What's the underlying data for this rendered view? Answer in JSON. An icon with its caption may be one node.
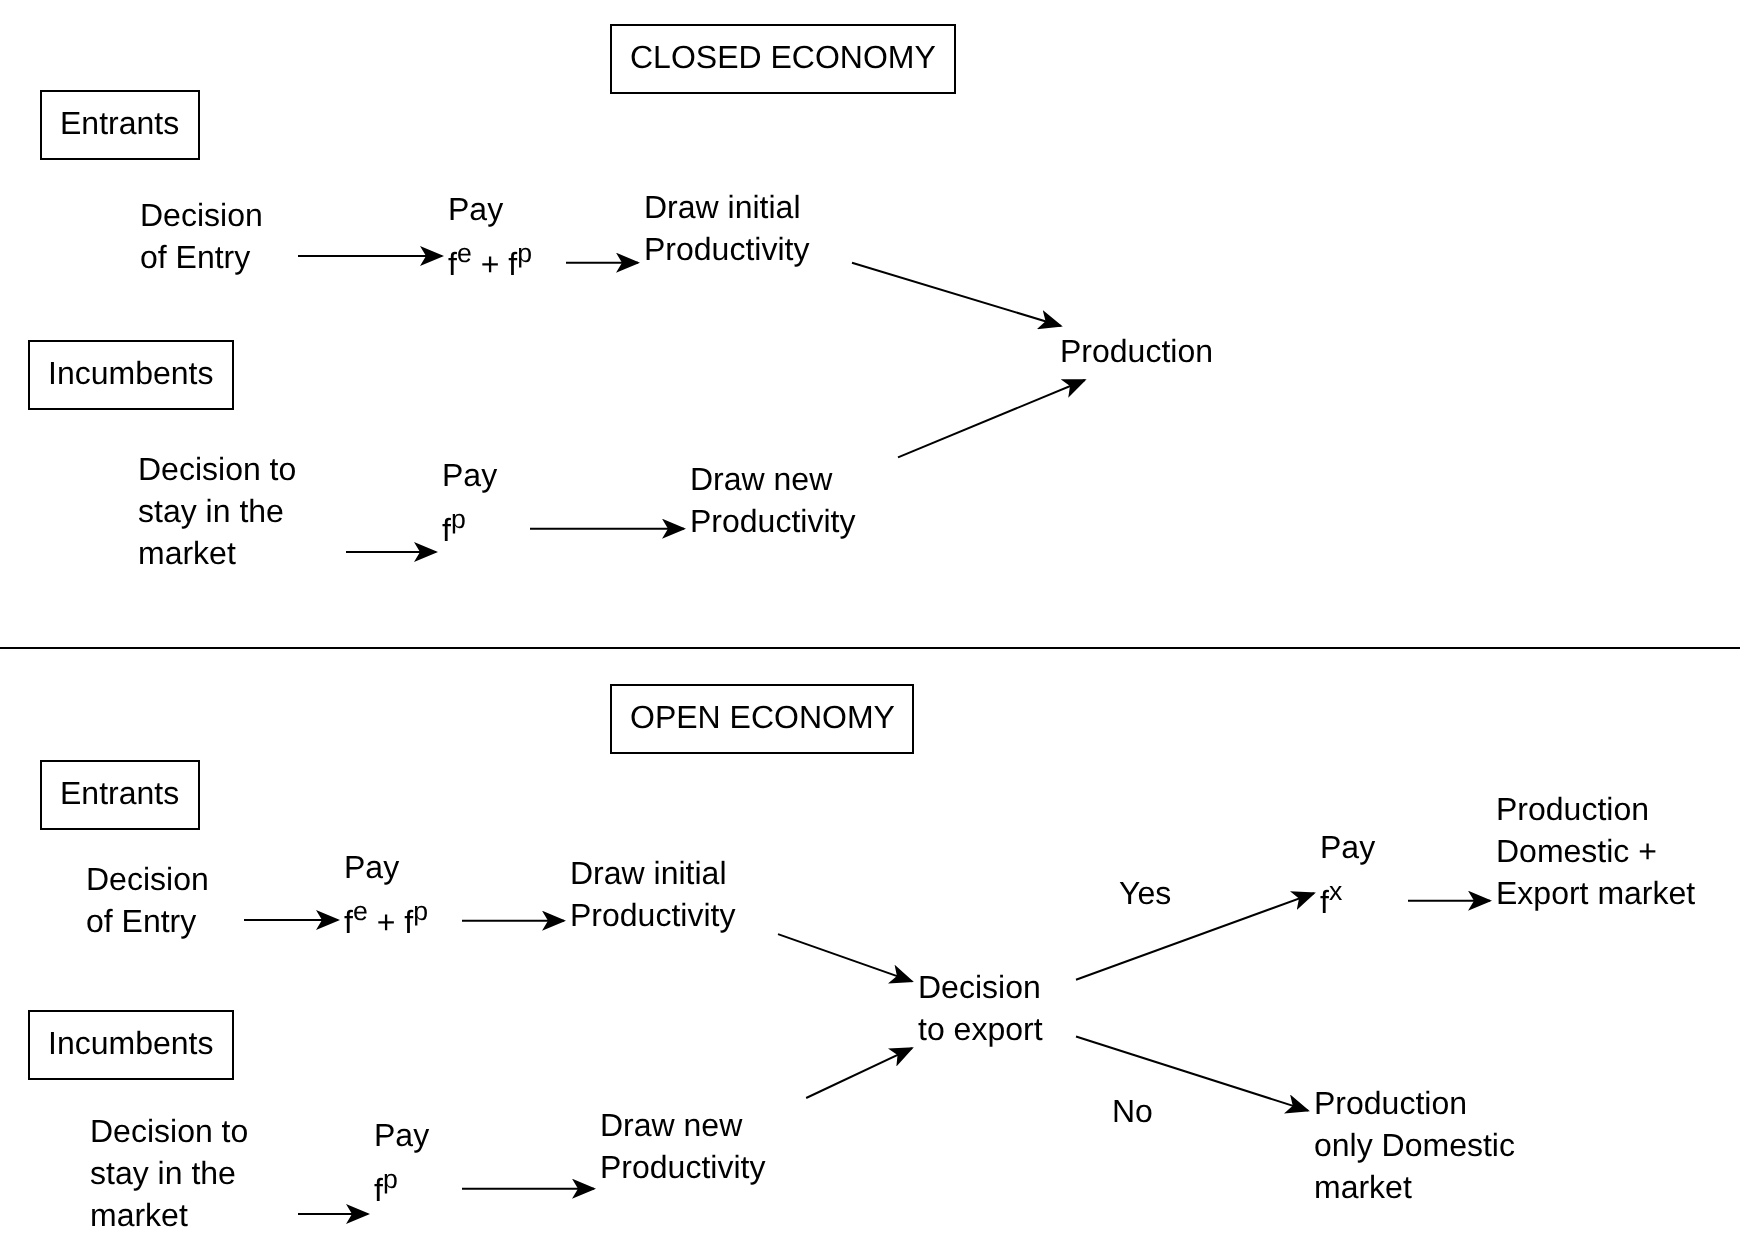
{
  "diagram": {
    "nodes": [
      {
        "text": [
          "CLOSED ECONOMY"
        ]
      },
      {
        "text": [
          "Entrants"
        ]
      },
      {
        "text": [
          "Decision of Entry"
        ]
      },
      {
        "text": [
          "Pay",
          "f$^{e}$ + f$^{p}$"
        ]
      },
      {
        "text": [
          "Draw initial Productivity"
        ]
      },
      {
        "text": [
          "Incumbents"
        ]
      },
      {
        "text": [
          "Production"
        ]
      },
      {
        "text": [
          "Decision to stay in the market"
        ]
      },
      {
        "text": [
          "Pay",
          "f$^{p}$"
        ]
      },
      {
        "text": [
          "Draw new Productivity"
        ]
      },
      {
        "text": [
          "OPEN ECONOMY"
        ]
      },
      {
        "text": [
          "Entrants"
        ]
      },
      {
        "text": [
          "Decision of Entry"
        ]
      },
      {
        "text": [
          "Pay",
          "f$^{e}$ + f$^{p}$"
        ]
      },
      {
        "text": [
          "Draw initial Productivity"
        ]
      },
      {
        "text": [
          "Incumbents"
        ]
      },
      {
        "text": [
          "Decision to export"
        ]
      },
      {
        "text": [
          "Pay",
          "f$^{x}$"
        ]
      },
      {
        "text": [
          "Production Domestic + Export market"
        ]
      },
      {
        "text": [
          "Decision to stay in the market"
        ]
      },
      {
        "text": [
          "Pay",
          "f$^{p}$"
        ]
      },
      {
        "text": [
          "Draw new Productivity"
        ]
      },
      {
        "text": [
          "Production only Domestic market"
        ]
      }
    ],
    "edges": [
      {
        "from": 2,
        "to": 3,
        "arrow": "to"
      },
      {
        "from": 3,
        "to": 4,
        "arrow": "to"
      },
      {
        "from": 4,
        "to": 6,
        "arrow": "to"
      },
      {
        "from": 7,
        "to": 8,
        "arrow": "to"
      },
      {
        "from": 8,
        "to": 9,
        "arrow": "to"
      },
      {
        "from": 9,
        "to": 6,
        "arrow": "to"
      },
      {
        "from": 12,
        "to": 13,
        "arrow": "to"
      },
      {
        "from": 13,
        "to": 14,
        "arrow": "to"
      },
      {
        "from": 14,
        "to": 16,
        "arrow": "to"
      },
      {
        "from": 19,
        "to": 20,
        "arrow": "to"
      },
      {
        "from": 20,
        "to": 21,
        "arrow": "to"
      },
      {
        "from": 21,
        "to": 16,
        "arrow": "to"
      },
      {
        "from": 16,
        "to": 17,
        "arrow": "to",
        "label": "Yes"
      },
      {
        "from": 17,
        "to": 18,
        "arrow": "to"
      },
      {
        "from": 16,
        "to": 22,
        "arrow": "to",
        "label": "No"
      }
    ]
  }
}
